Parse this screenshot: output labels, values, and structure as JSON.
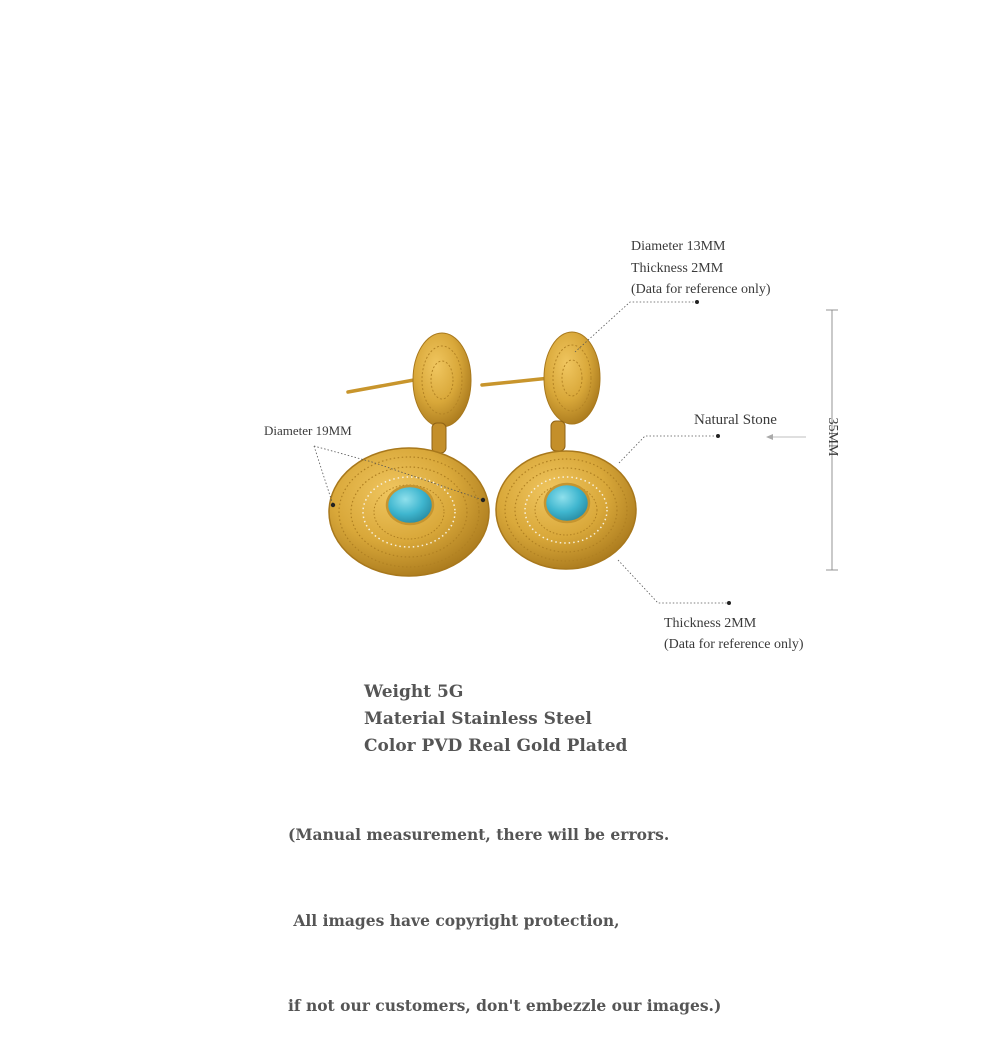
{
  "annotations": {
    "stud_diameter": "Diameter 13MM",
    "stud_thickness": "Thickness 2MM",
    "stud_note": "(Data for reference only)",
    "disc_diameter": "Diameter 19MM",
    "stone": "Natural Stone",
    "length": "35MM",
    "disc_thickness": "Thickness 2MM",
    "disc_note": "(Data for reference only)"
  },
  "specs": {
    "weight": "Weight 5G",
    "material": "Material Stainless Steel",
    "color": "Color PVD Real Gold Plated"
  },
  "disclaimer": {
    "line1": "(Manual measurement, there will be errors.",
    "line2": " All images have copyright protection,",
    "line3": "if not our customers, don't embezzle our images.)"
  },
  "colors": {
    "gold": "#d9a83a",
    "gold_dark": "#a8781c",
    "turquoise": "#3fb6cf",
    "text": "#555555"
  }
}
